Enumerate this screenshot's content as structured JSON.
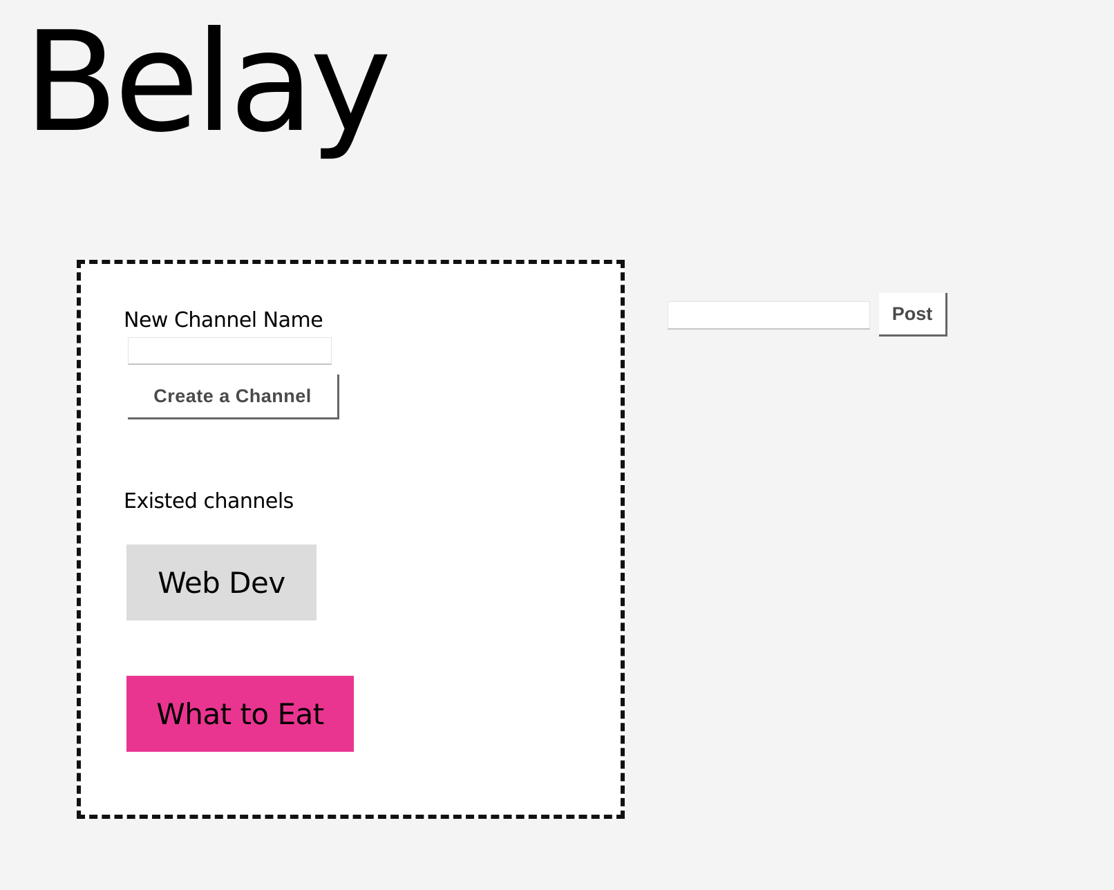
{
  "app": {
    "title": "Belay"
  },
  "channels_panel": {
    "new_channel_label": "New Channel Name",
    "new_channel_input": {
      "value": "",
      "placeholder": ""
    },
    "create_button_label": "Create a Channel",
    "existed_label": "Existed channels",
    "channels": [
      {
        "name": "Web Dev",
        "color": "#dcdcdc",
        "selected": false
      },
      {
        "name": "What to Eat",
        "color": "#ea3590",
        "selected": true
      }
    ]
  },
  "composer": {
    "input": {
      "value": "",
      "placeholder": ""
    },
    "post_label": "Post"
  },
  "colors": {
    "background": "#f4f4f4",
    "panel_background": "#ffffff",
    "panel_border": "#111111",
    "channel_default": "#dcdcdc",
    "channel_active": "#ea3590",
    "button_text": "#4a4a4a"
  }
}
